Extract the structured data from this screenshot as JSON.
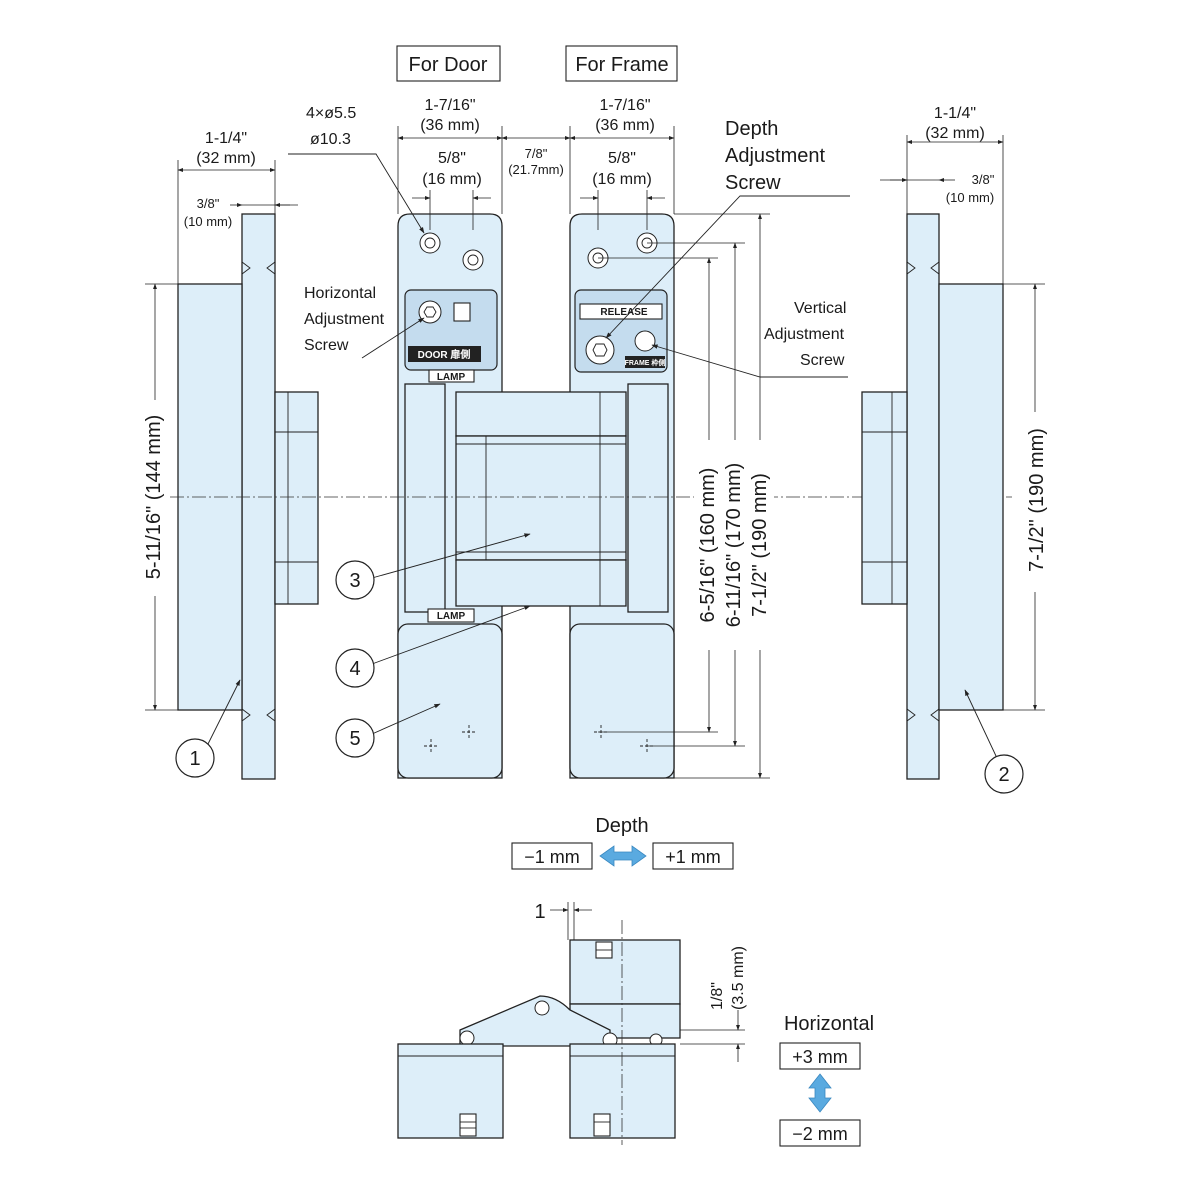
{
  "labels": {
    "for_door": "For Door",
    "for_frame": "For Frame",
    "depth_adj_1": "Depth",
    "depth_adj_2": "Adjustment",
    "depth_adj_3": "Screw",
    "horiz_adj_1": "Horizontal",
    "horiz_adj_2": "Adjustment",
    "horiz_adj_3": "Screw",
    "vert_adj_1": "Vertical",
    "vert_adj_2": "Adjustment",
    "vert_adj_3": "Screw",
    "holes_spec": "4×ø5.5",
    "counterbore_spec": "ø10.3",
    "depth_title": "Depth",
    "depth_minus": "−1 mm",
    "depth_plus": "+1 mm",
    "horizontal_title": "Horizontal",
    "horizontal_plus": "+3 mm",
    "horizontal_minus": "−2 mm",
    "stamp_door": "DOOR 扉側",
    "stamp_release": "RELEASE",
    "stamp_frame": "FRAME 枠側",
    "stamp_lamp_top": "LAMP",
    "stamp_lamp_bottom": "LAMP"
  },
  "dimensions": {
    "left_width_in": "1-1/4\"",
    "left_width_mm": "(32 mm)",
    "left_offset_in": "3/8\"",
    "left_offset_mm": "(10 mm)",
    "door_width_in": "1-7/16\"",
    "door_width_mm": "(36 mm)",
    "door_pitch_in": "5/8\"",
    "door_pitch_mm": "(16 mm)",
    "gap_in": "7/8\"",
    "gap_mm": "(21.7mm)",
    "frame_width_in": "1-7/16\"",
    "frame_width_mm": "(36 mm)",
    "frame_pitch_in": "5/8\"",
    "frame_pitch_mm": "(16 mm)",
    "right_width_in": "1-1/4\"",
    "right_width_mm": "(32 mm)",
    "right_offset_in": "3/8\"",
    "right_offset_mm": "(10 mm)",
    "left_height": "5-11/16\"  (144 mm)",
    "right_height": "7-1/2\"  (190 mm)",
    "h160": "6-5/16\"  (160 mm)",
    "h170": "6-11/16\"  (170 mm)",
    "h190": "7-1/2\"  (190 mm)",
    "depth_offset": "1",
    "bottom_h_in": "1/8\"",
    "bottom_h_mm": "(3.5 mm)"
  },
  "callouts": [
    "1",
    "2",
    "3",
    "4",
    "5"
  ],
  "colors": {
    "part_fill": "#ddeef9",
    "arrow_fill": "#5aaae0"
  }
}
